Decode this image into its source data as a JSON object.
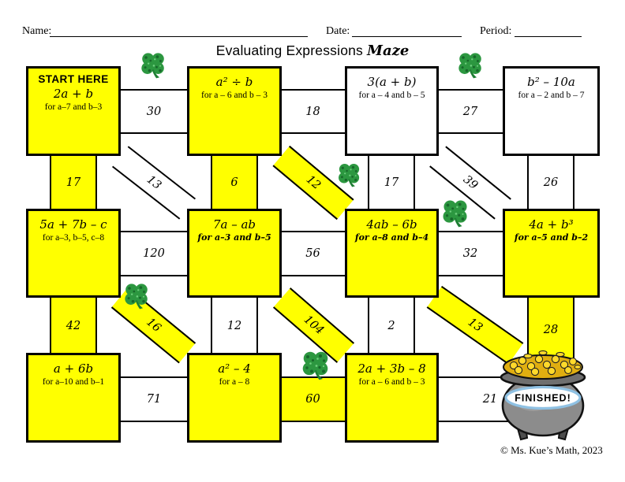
{
  "header": {
    "name_label": "Name:",
    "date_label": "Date:",
    "period_label": "Period:"
  },
  "title": {
    "main": "Evaluating Expressions",
    "script": "Maze"
  },
  "maze": {
    "boxes": [
      {
        "start_label": "START HERE",
        "expr": "2a + b",
        "cond": "for a–7 and b–3",
        "fill": "yellow"
      },
      {
        "expr": "a² ÷ b",
        "cond": "for a – 6 and b – 3",
        "fill": "yellow"
      },
      {
        "expr": "3(a + b)",
        "cond": "for a – 4 and b – 5",
        "fill": "white"
      },
      {
        "expr": "b² – 10a",
        "cond": "for a – 2 and b – 7",
        "fill": "white"
      },
      {
        "expr": "5a + 7b – c",
        "cond": "for a–3, b–5, c–8",
        "fill": "yellow"
      },
      {
        "expr": "7a – ab",
        "cond": "for a–3 and b–5",
        "fill": "yellow",
        "cond_italic": true
      },
      {
        "expr": "4ab – 6b",
        "cond": "for a–8 and b–4",
        "fill": "yellow",
        "cond_italic": true
      },
      {
        "expr": "4a + b³",
        "cond": "for a–5 and b–2",
        "fill": "yellow",
        "cond_italic": true
      },
      {
        "expr": "a + 6b",
        "cond": "for a–10 and b–1",
        "fill": "yellow"
      },
      {
        "expr": "a² – 4",
        "cond": "for a – 8",
        "fill": "yellow"
      },
      {
        "expr": "2a + 3b – 8",
        "cond": "for a – 6 and b – 3",
        "fill": "yellow"
      }
    ],
    "verticals": [
      {
        "number": "17",
        "fill": "yellow"
      },
      {
        "number": "6",
        "fill": "yellow"
      },
      {
        "number": "17",
        "fill": "white"
      },
      {
        "number": "26",
        "fill": "white"
      },
      {
        "number": "42",
        "fill": "yellow"
      },
      {
        "number": "12",
        "fill": "white"
      },
      {
        "number": "2",
        "fill": "white"
      },
      {
        "number": "28",
        "fill": "yellow"
      }
    ],
    "horizontals": [
      {
        "number": "30",
        "fill": "white"
      },
      {
        "number": "18",
        "fill": "white"
      },
      {
        "number": "27",
        "fill": "white"
      },
      {
        "number": "120",
        "fill": "white"
      },
      {
        "number": "56",
        "fill": "white"
      },
      {
        "number": "32",
        "fill": "white"
      },
      {
        "number": "71",
        "fill": "white"
      },
      {
        "number": "60",
        "fill": "yellow"
      },
      {
        "number": "21",
        "fill": "white"
      }
    ],
    "diagonals": [
      {
        "number": "13",
        "fill": "white"
      },
      {
        "number": "12",
        "fill": "yellow"
      },
      {
        "number": "39",
        "fill": "white"
      },
      {
        "number": "16",
        "fill": "yellow"
      },
      {
        "number": "104",
        "fill": "yellow"
      },
      {
        "number": "13",
        "fill": "yellow"
      }
    ]
  },
  "finish": {
    "label": "FINISHED!"
  },
  "credit": "© Ms. Kue’s Math, 2023",
  "colors": {
    "path_yellow": "#ffff00",
    "line_black": "#000000",
    "clover_green": "#2c9740",
    "clover_dark": "#17672a",
    "pot_gray": "#8c8c8c",
    "coin_gold": "#ffd92b",
    "oval_ring": "#8fc1e3"
  }
}
